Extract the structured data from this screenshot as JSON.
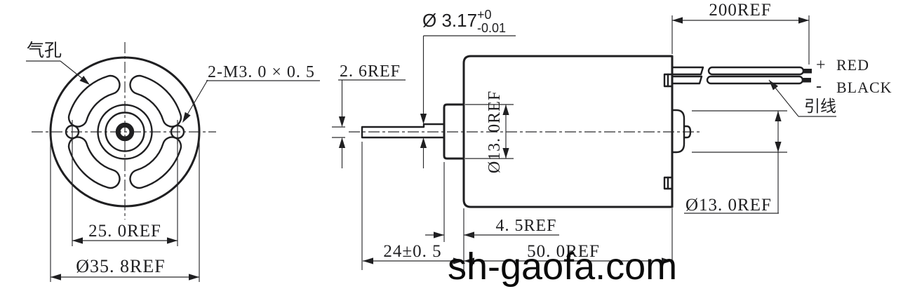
{
  "watermark": {
    "text": "sh-gaofa.com"
  },
  "colors": {
    "line": "#1f1f21",
    "background": "#ffffff",
    "watermark": "#0a0a0a"
  },
  "front_view": {
    "air_hole_label": "气孔",
    "tap_holes_label": "2-M3. 0 × 0. 5",
    "hole_spacing_dim": "25. 0REF",
    "outer_diameter_dim": "Ø35. 8REF"
  },
  "side_view": {
    "shaft_flat_dim": "2. 6REF",
    "shaft_dia_prefix": "Ø 3.17",
    "shaft_dia_tol_upper": "+0",
    "shaft_dia_tol_lower": "-0.01",
    "front_hub_dia_dim": "Ø13. 0REF",
    "hub_offset_dim": "4. 5REF",
    "shaft_length_dim": "24±0. 5",
    "body_length_dim": "50. 0REF",
    "rear_hub_dia_dim": "Ø13. 0REF",
    "lead_length_dim": "200REF",
    "lead_label": "引线",
    "plus_sign": "+",
    "plus_wire": "RED",
    "minus_sign": "-",
    "minus_wire": "BLACK"
  }
}
